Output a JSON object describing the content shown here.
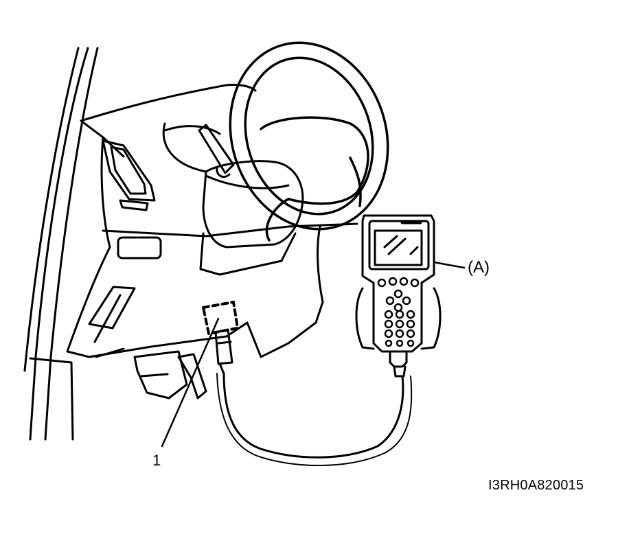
{
  "figure": {
    "callouts": {
      "scan_tool": "(A)",
      "connector": "1"
    },
    "figure_code": "I3RH0A820015"
  },
  "style": {
    "line_color": "#000000",
    "background": "#ffffff"
  }
}
